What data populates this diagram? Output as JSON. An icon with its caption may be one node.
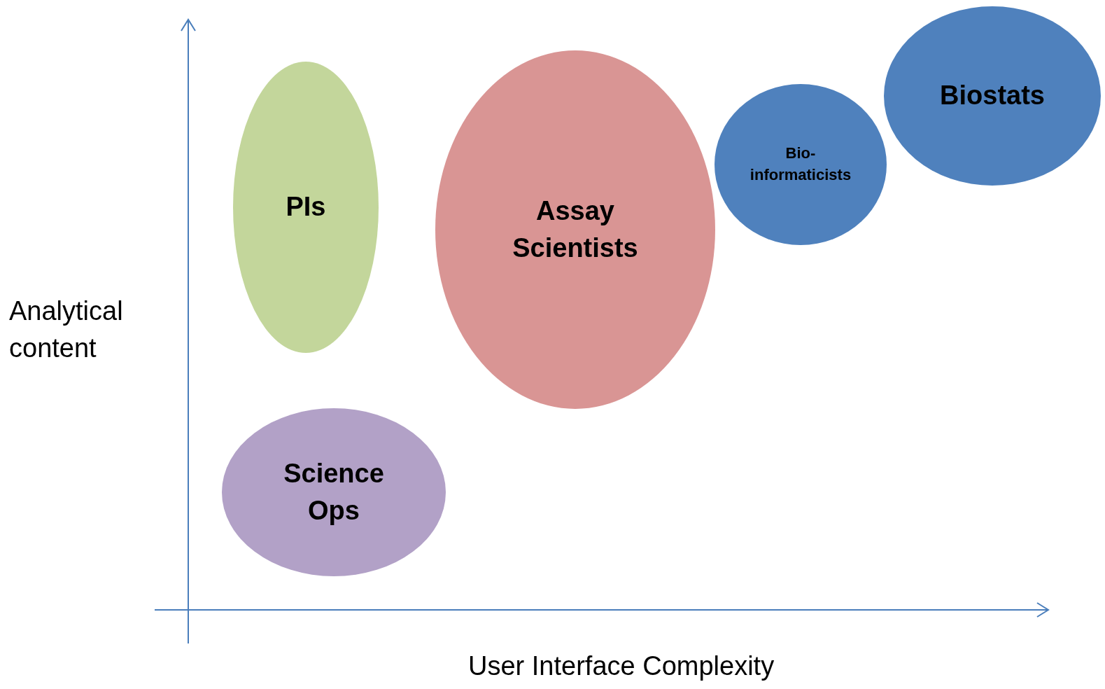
{
  "diagram": {
    "nodes": [
      {
        "text": [
          "PIs"
        ]
      },
      {
        "text": [
          "Assay Scientists"
        ]
      },
      {
        "text": [
          "Bio- informaticists"
        ]
      },
      {
        "text": [
          "Biostats"
        ]
      },
      {
        "text": [
          "Science Ops"
        ]
      }
    ],
    "edges": [],
    "labels": [
      "Analytical content",
      "User Interface Complexity"
    ]
  }
}
